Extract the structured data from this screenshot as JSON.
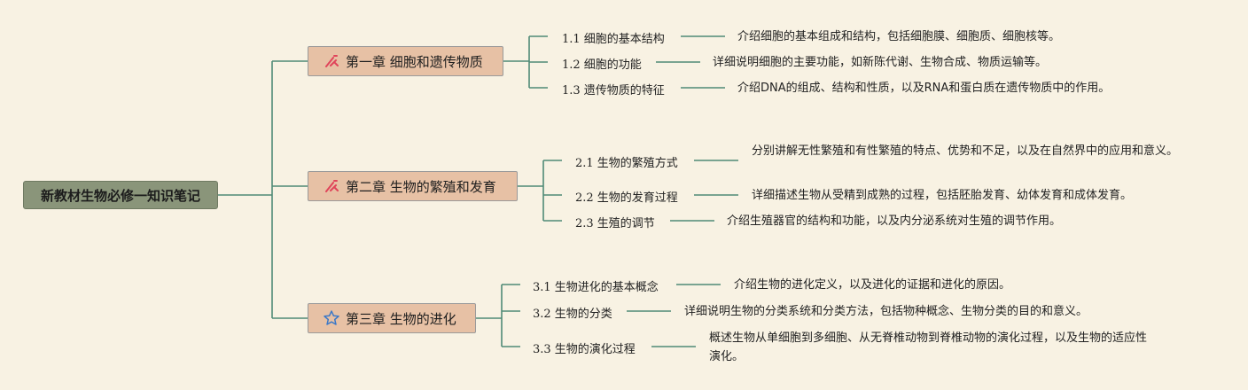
{
  "root": {
    "title": "新教材生物必修一知识笔记"
  },
  "chapters": [
    {
      "title": "第一章 细胞和遗传物质",
      "icon": "ribbon-icon",
      "subs": [
        {
          "label": "1.1 细胞的基本结构",
          "desc": "介绍细胞的基本组成和结构，包括细胞膜、细胞质、细胞核等。"
        },
        {
          "label": "1.2 细胞的功能",
          "desc": "详细说明细胞的主要功能，如新陈代谢、生物合成、物质运输等。"
        },
        {
          "label": "1.3 遗传物质的特征",
          "desc": "介绍DNA的组成、结构和性质，以及RNA和蛋白质在遗传物质中的作用。"
        }
      ]
    },
    {
      "title": "第二章 生物的繁殖和发育",
      "icon": "ribbon-icon",
      "subs": [
        {
          "label": "2.1 生物的繁殖方式",
          "desc": "分别讲解无性繁殖和有性繁殖的特点、优势和不足，以及在自然界中的应用和意义。"
        },
        {
          "label": "2.2 生物的发育过程",
          "desc": "详细描述生物从受精到成熟的过程，包括胚胎发育、幼体发育和成体发育。"
        },
        {
          "label": "2.3 生殖的调节",
          "desc": "介绍生殖器官的结构和功能，以及内分泌系统对生殖的调节作用。"
        }
      ]
    },
    {
      "title": "第三章 生物的进化",
      "icon": "star-icon",
      "subs": [
        {
          "label": "3.1 生物进化的基本概念",
          "desc": "介绍生物的进化定义，以及进化的证据和进化的原因。"
        },
        {
          "label": "3.2 生物的分类",
          "desc": "详细说明生物的分类系统和分类方法，包括物种概念、生物分类的目的和意义。"
        },
        {
          "label": "3.3 生物的演化过程",
          "desc": "概述生物从单细胞到多细胞、从无脊椎动物到脊椎动物的演化过程，以及生物的适应性演化。"
        }
      ]
    }
  ],
  "colors": {
    "line": "#4f8a76",
    "root_fill": "#8a957a",
    "chapter_fill": "#e7c1a5",
    "ribbon": "#e0445a",
    "star": "#3b78c7"
  }
}
